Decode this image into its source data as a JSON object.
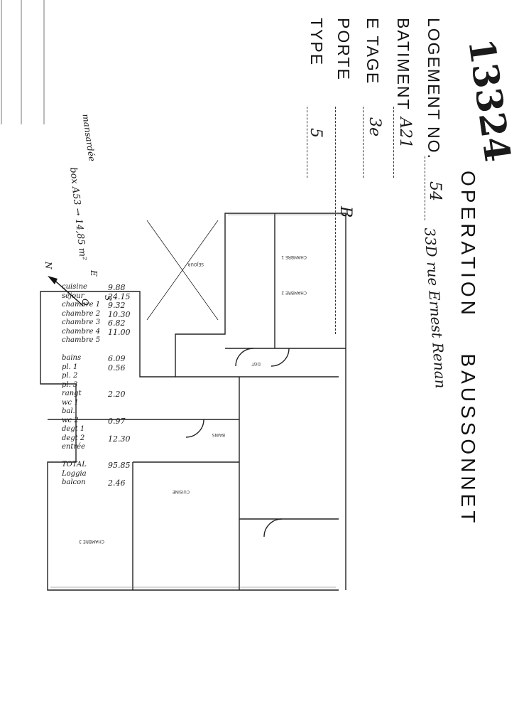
{
  "header": {
    "file_number": "13324",
    "operation_label": "OPERATION",
    "operation_name": "BAUSSONNET",
    "address": "33D rue Ernest Renan"
  },
  "fields": {
    "logement": {
      "label": "LOGEMENT NO.",
      "value": "54"
    },
    "batiment": {
      "label": "BATIMENT",
      "value": "A21"
    },
    "etage": {
      "label": "E TAGE",
      "value": "3e"
    },
    "porte": {
      "label": "PORTE",
      "value": "B"
    },
    "type": {
      "label": "TYPE",
      "value": "5"
    }
  },
  "areas": {
    "rows": [
      {
        "label": "cuisine",
        "value": "9.88"
      },
      {
        "label": "séjour",
        "value": "24.15"
      },
      {
        "label": "chambre 1",
        "value": "9.32"
      },
      {
        "label": "chambre 2",
        "value": "10.30"
      },
      {
        "label": "chambre 3",
        "value": "6.82"
      },
      {
        "label": "chambre 4",
        "value": "11.00"
      },
      {
        "label": "chambre 5",
        "value": ""
      },
      {
        "label": "",
        "value": ""
      },
      {
        "label": "bains",
        "value": "6.09"
      },
      {
        "label": "pl. 1",
        "value": "0.56"
      },
      {
        "label": "pl. 2",
        "value": ""
      },
      {
        "label": "pl. 3",
        "value": ""
      },
      {
        "label": "rangt",
        "value": "2.20"
      },
      {
        "label": "wc 1",
        "value": ""
      },
      {
        "label": "bal.",
        "value": ""
      },
      {
        "label": "wc 2",
        "value": "0.97"
      },
      {
        "label": "degt 1",
        "value": ""
      },
      {
        "label": "degt 2",
        "value": "12.30"
      },
      {
        "label": "entrée",
        "value": ""
      },
      {
        "label": "",
        "value": ""
      },
      {
        "label": "TOTAL",
        "value": "95.85"
      },
      {
        "label": "Loggia",
        "value": ""
      },
      {
        "label": "balcon",
        "value": "2.46"
      }
    ],
    "note": "mansardée",
    "box_note": "box A53 → 14,85 m²"
  },
  "compass": {
    "n": "N",
    "e": "E",
    "s": "S",
    "o": "O"
  },
  "plan_labels": {
    "chambre1": "CHAMBRE 1",
    "chambre2": "CHAMBRE 2",
    "sejour": "SEJOUR",
    "cuisine": "CUISINE",
    "bains": "BAINS",
    "chambre3": "CHAMBRE 3",
    "degt": "DGT"
  }
}
